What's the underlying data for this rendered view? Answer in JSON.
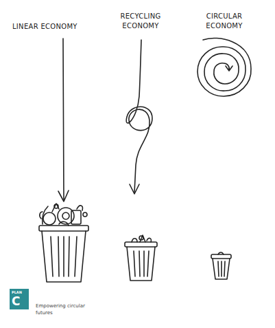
{
  "diagram": {
    "nodes": [
      {
        "text": [
          "PLAN",
          "C"
        ]
      }
    ],
    "labels": [
      "LINEAR ECONOMY",
      "RECYCLING ECONOMY",
      "CIRCULAR ECONOMY",
      "Empowering circular futures"
    ]
  }
}
